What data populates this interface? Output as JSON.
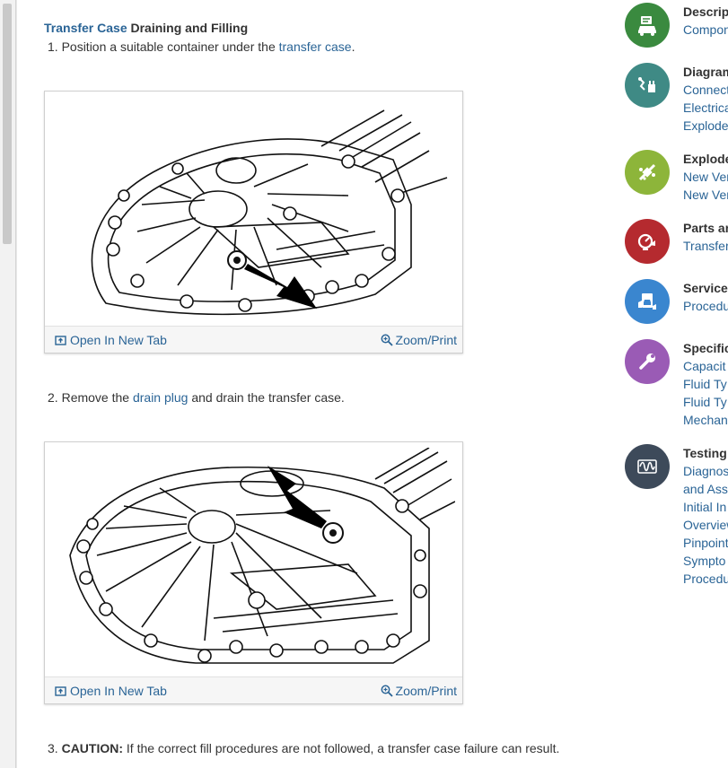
{
  "main": {
    "heading_link": "Transfer Case",
    "heading_rest": " Draining and Filling",
    "step1": {
      "num": "1.",
      "pre": " Position a suitable container under the ",
      "link": "transfer case",
      "post": "."
    },
    "step2": {
      "num": "2.",
      "pre": " Remove the ",
      "link": "drain plug",
      "post": " and drain the transfer case."
    },
    "step3": {
      "num": "3.",
      "caution": "CAUTION:",
      "text": " If the correct fill procedures are not followed, a transfer case failure can result."
    },
    "figure_actions": {
      "open_label": "Open In New Tab",
      "zoom_label": "Zoom/Print"
    }
  },
  "sidebar": {
    "categories": [
      {
        "title": "Descript",
        "color": "#3a8a3f",
        "icon": "car-document-icon",
        "items": [
          "Compon"
        ]
      },
      {
        "title": "Diagram",
        "color": "#3f8a85",
        "icon": "wiring-diagram-icon",
        "items": [
          "Connect",
          "Electrica",
          "Explode"
        ]
      },
      {
        "title": "Explode",
        "color": "#8db53a",
        "icon": "exploded-parts-icon",
        "items": [
          "New Ver",
          "New Ver"
        ]
      },
      {
        "title": "Parts ar",
        "color": "#b52a2f",
        "icon": "parts-gauge-icon",
        "items": [
          "Transfer"
        ]
      },
      {
        "title": "Service",
        "color": "#3a86cf",
        "icon": "service-car-icon",
        "items": [
          "Procedu"
        ]
      },
      {
        "title": "Specific",
        "color": "#9a5bb5",
        "icon": "wrench-icon",
        "items": [
          "Capacit",
          "Fluid Ty",
          "Fluid Ty",
          "Mechan"
        ]
      },
      {
        "title": "Testing",
        "color": "#3d4a5a",
        "icon": "waveform-icon",
        "items": [
          "Diagnos",
          "and Ass",
          "Initial In",
          "Overview",
          "Pinpoint",
          "Sympto",
          "Procedu"
        ]
      }
    ]
  }
}
